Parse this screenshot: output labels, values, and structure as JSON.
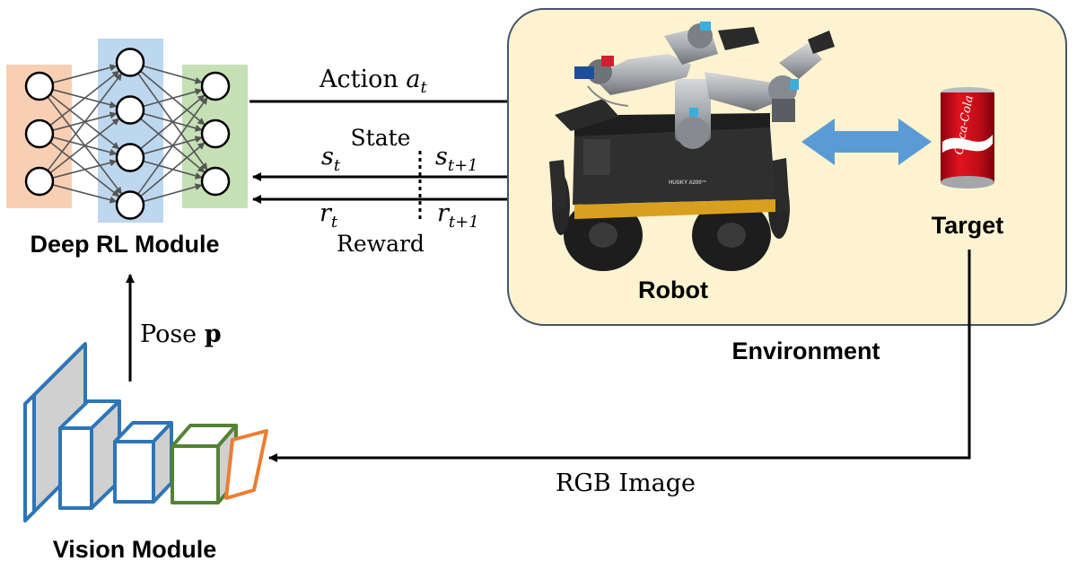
{
  "labels": {
    "deep_rl_module": "Deep RL Module",
    "vision_module": "Vision Module",
    "action_word": "Action",
    "action_var": "a",
    "action_sub": "t",
    "state": "State",
    "reward": "Reward",
    "s_t_var": "s",
    "s_t_sub": "t",
    "s_t1_var": "s",
    "s_t1_sub": "t+1",
    "r_t_var": "r",
    "r_t_sub": "t",
    "r_t1_var": "r",
    "r_t1_sub": "t+1",
    "pose_word": "Pose",
    "pose_var": "p",
    "robot": "Robot",
    "target": "Target",
    "environment": "Environment",
    "rgb_image": "RGB Image",
    "husky_badge": "HUSKY A200™",
    "can_brand": "Coca-Cola"
  },
  "network": {
    "layers": [
      3,
      4,
      3
    ],
    "layer_colors": [
      "#f9cfb3",
      "#bdd7ee",
      "#c5e0b4"
    ]
  },
  "colors": {
    "environment_fill": "#fdf3d0",
    "environment_border": "#44546a",
    "double_arrow": "#5b9bd5",
    "cnn_blue": "#2e75b6",
    "cnn_green": "#548235",
    "cnn_orange": "#ed7d31"
  }
}
